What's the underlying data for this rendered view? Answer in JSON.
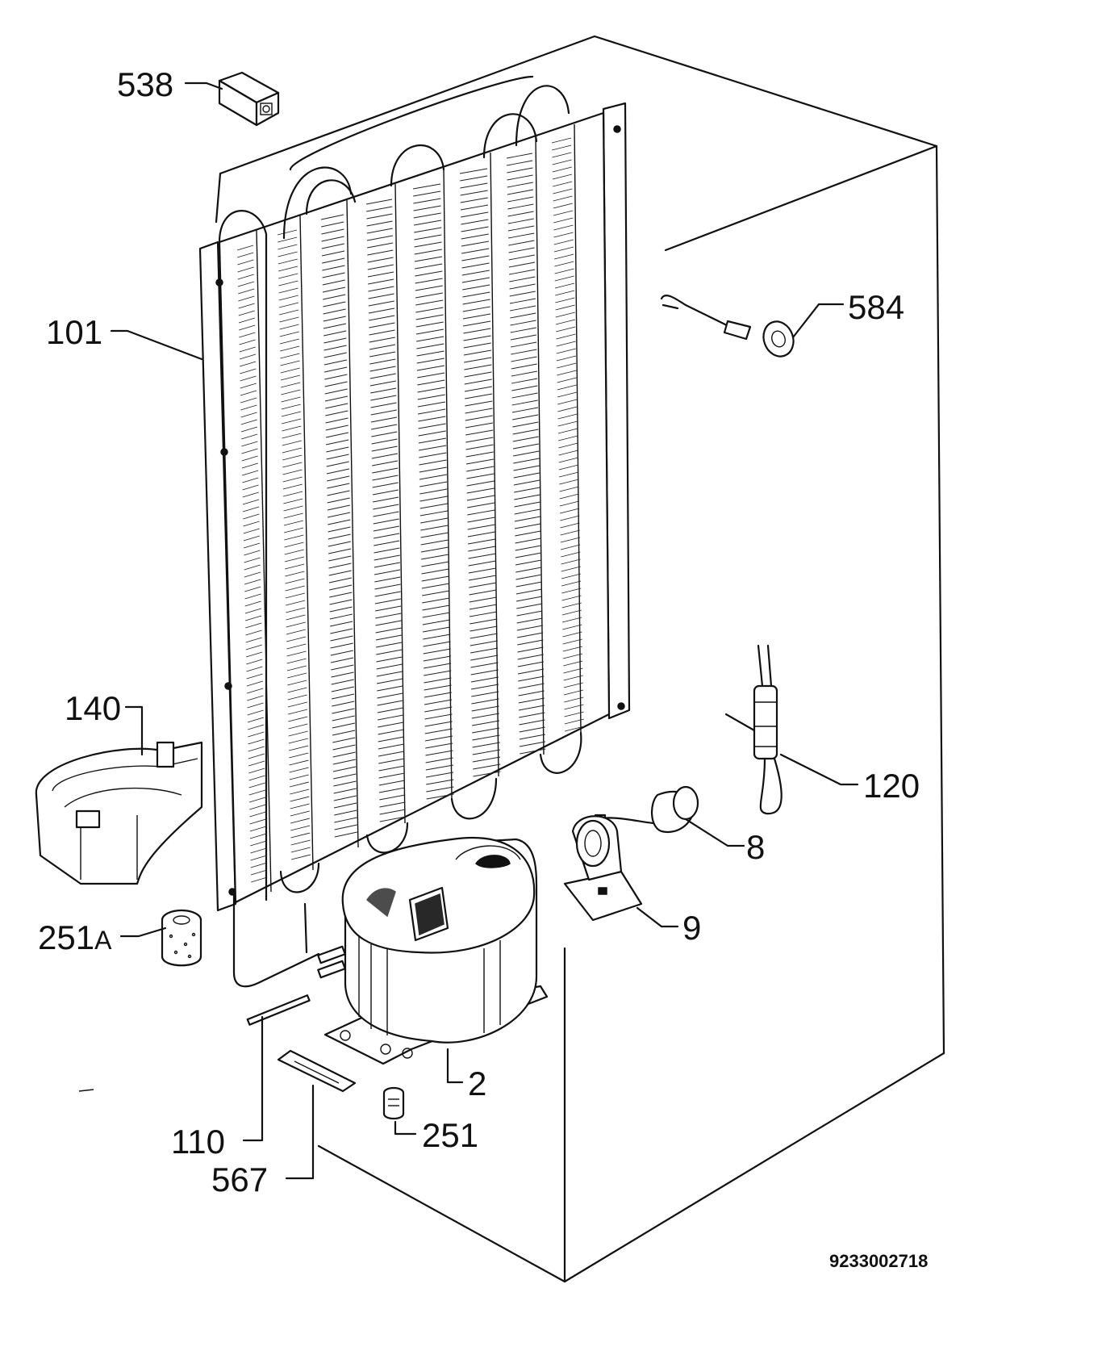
{
  "callouts": [
    {
      "id": "538",
      "text": "538"
    },
    {
      "id": "584",
      "text": "584"
    },
    {
      "id": "101",
      "text": "101"
    },
    {
      "id": "140",
      "text": "140"
    },
    {
      "id": "120",
      "text": "120"
    },
    {
      "id": "8",
      "text": "8"
    },
    {
      "id": "9",
      "text": "9"
    },
    {
      "id": "251A",
      "text": "251",
      "suffix": "A"
    },
    {
      "id": "2",
      "text": "2"
    },
    {
      "id": "110",
      "text": "110"
    },
    {
      "id": "251",
      "text": "251"
    },
    {
      "id": "567",
      "text": "567"
    }
  ],
  "drawing_code": "9233002718"
}
